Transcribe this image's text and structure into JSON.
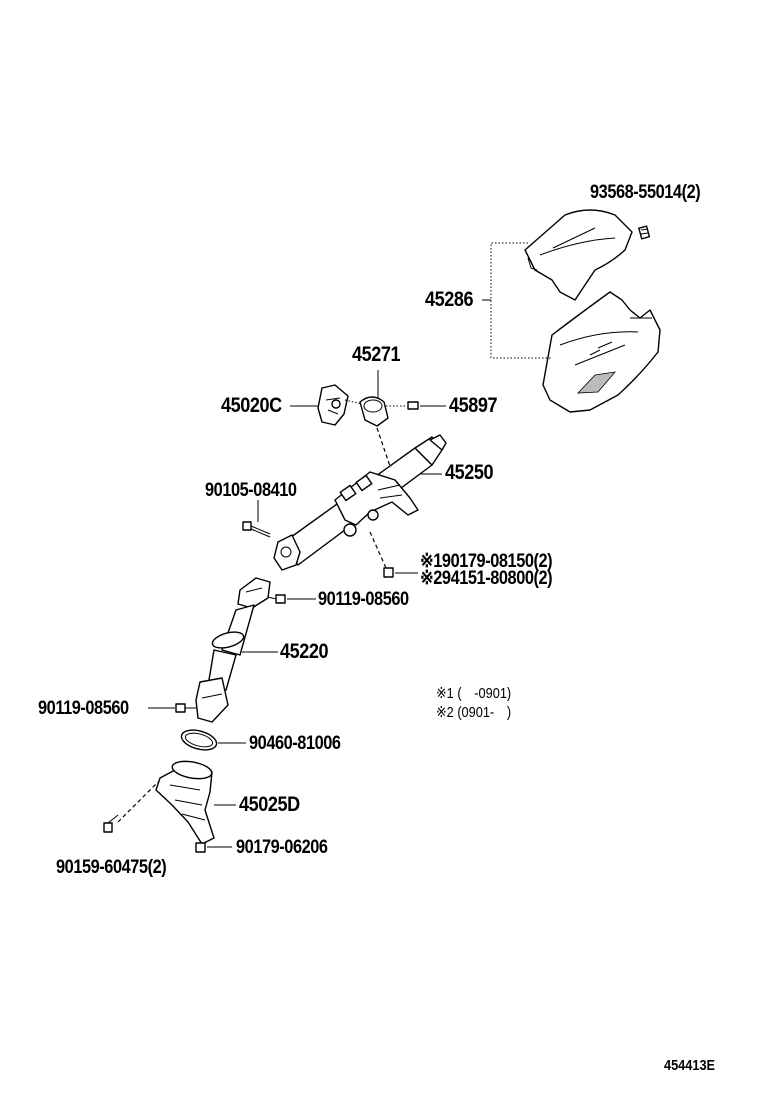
{
  "labels": {
    "p93568": "93568-55014(2)",
    "p45286": "45286",
    "p45271": "45271",
    "p45020C": "45020C",
    "p45897": "45897",
    "p45250": "45250",
    "p90105": "90105-08410",
    "p90179a": "※190179-08150(2)",
    "p94151": "※294151-80800(2)",
    "p90119a": "90119-08560",
    "p45220": "45220",
    "p90119b": "90119-08560",
    "p90460": "90460-81006",
    "p45025D": "45025D",
    "p90179b": "90179-06206",
    "p90159": "90159-60475(2)"
  },
  "notes": {
    "note1": "※1 (　-0901)",
    "note2": "※2 (0901-　)"
  },
  "figure_code": "454413E"
}
